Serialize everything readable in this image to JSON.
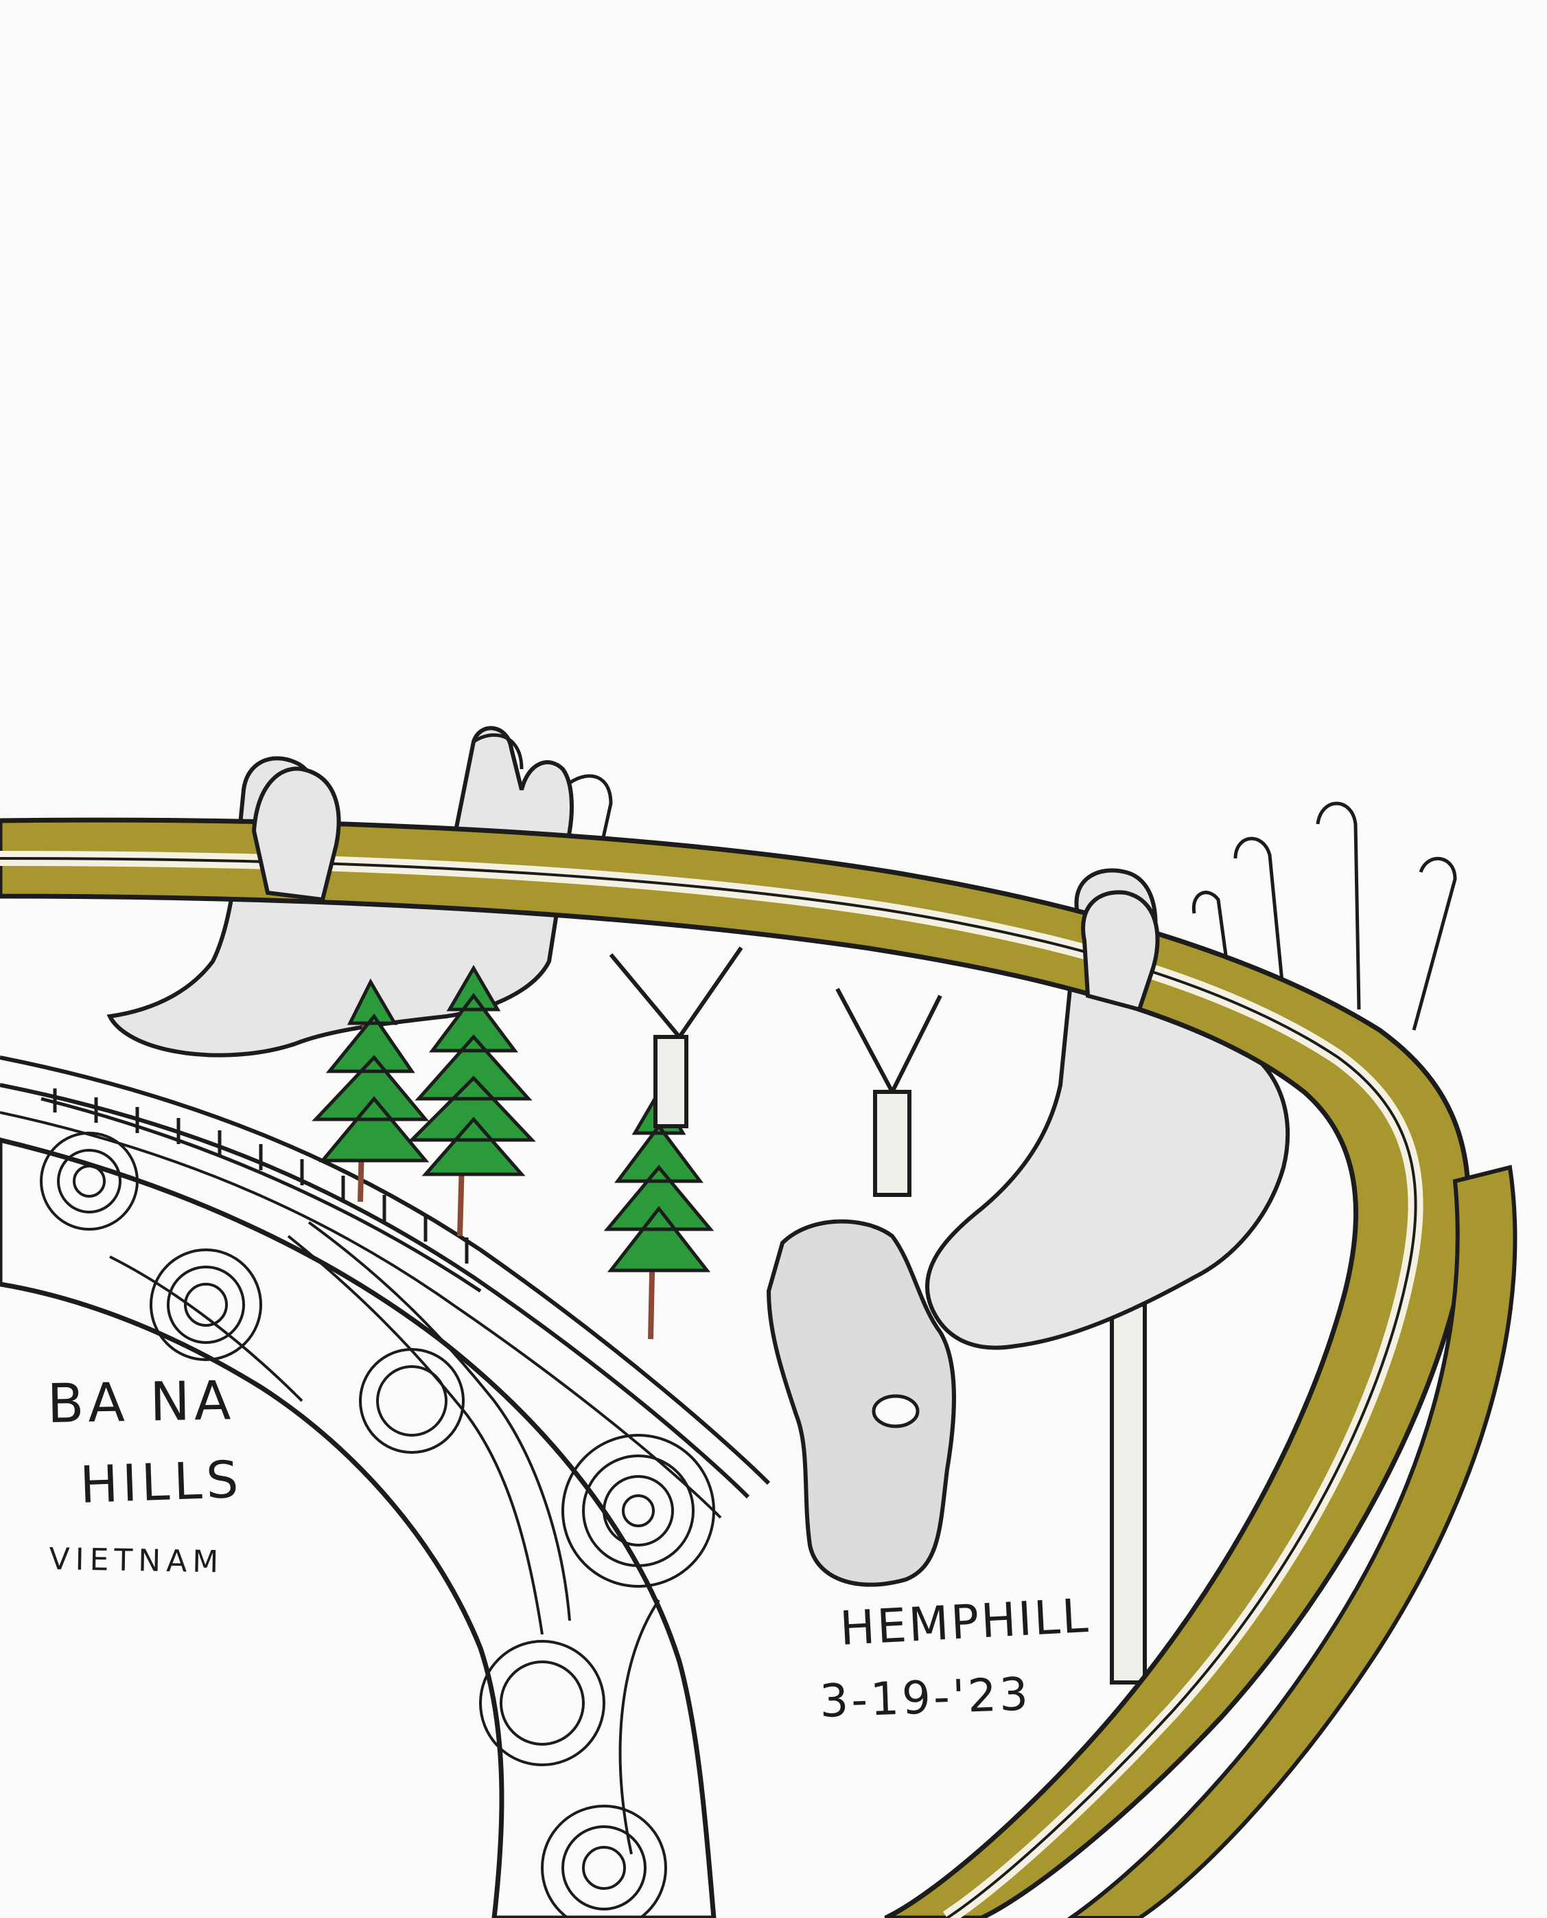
{
  "artwork": {
    "title_line1": "BA NA",
    "title_line2": "HILLS",
    "subtitle": "VIETNAM",
    "signature": "HEMPHILL",
    "date": "3-19-'23"
  },
  "colors": {
    "paper": "#fbfbfa",
    "ink": "#1c1c1c",
    "gold": "#a8962e",
    "gold_dark": "#7c6c18",
    "stone": "#d9d9d9",
    "stone_shade": "#b8b8b8",
    "tree_green": "#2a9a3a",
    "trunk": "#8a4a36"
  }
}
